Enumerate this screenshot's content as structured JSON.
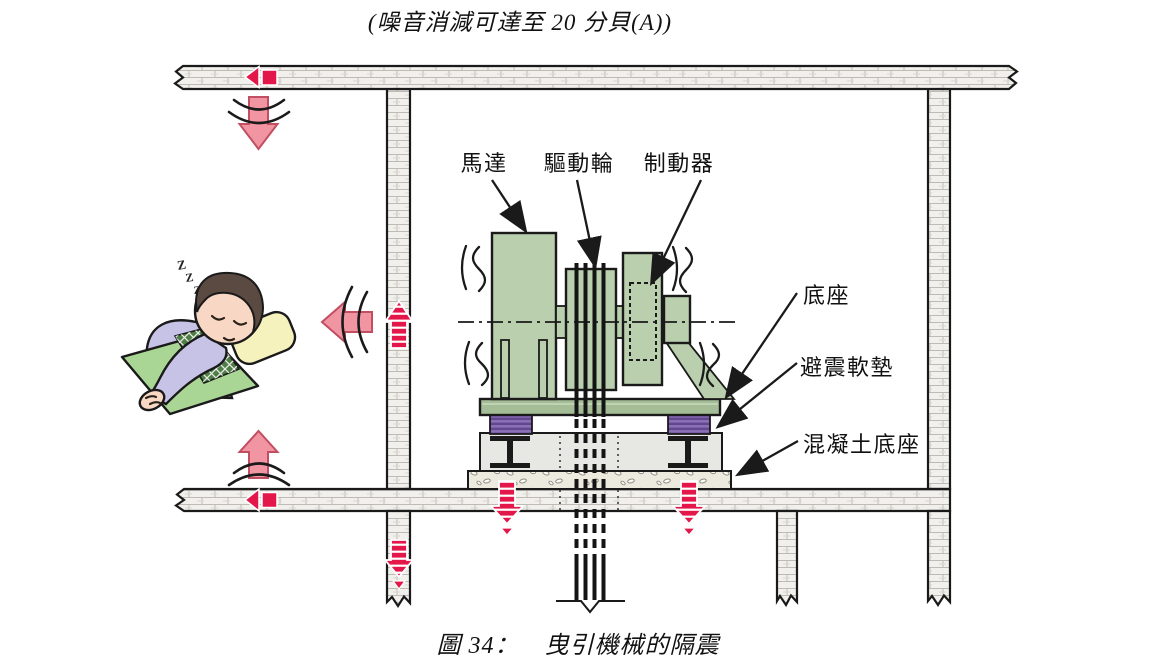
{
  "figure": {
    "top_caption": "(噪音消減可達至 20 分貝(A))",
    "bottom_caption": "圖 34：　曳引機械的隔震"
  },
  "machine_labels": {
    "motor": "馬達",
    "drive_wheel": "驅動輪",
    "brake": "制動器"
  },
  "mount_labels": {
    "bedplate": "底座",
    "isolation_pad": "避震軟墊",
    "concrete_base": "混凝土底座"
  },
  "sleeper": {
    "z1": "Z",
    "z2": "Z",
    "z3": "Z"
  },
  "colors": {
    "ink": "#1a1a1a",
    "machine_green": "#b9cfad",
    "machine_green_dark": "#a4bd96",
    "pad_purple": "#7a5ca8",
    "arrow_red": "#e4174a",
    "arrow_pink": "#f195a3",
    "arrow_pink_edge": "#c24e62",
    "wall_fill": "#f1f0ec",
    "block_fill": "#e7e7e4",
    "blanket_green": "#a9d694",
    "quilt_green": "#4f7d46",
    "pajama_lavender": "#c7c3e6",
    "skin": "#f8d8c4",
    "pillow_yellow": "#f6f2bd",
    "hair_brown": "#5b4a41"
  }
}
